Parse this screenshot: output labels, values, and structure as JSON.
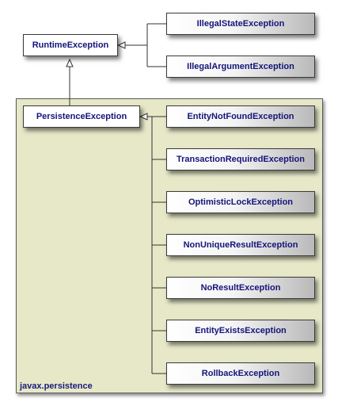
{
  "package": {
    "name": "javax.persistence"
  },
  "classes": {
    "runtime": "RuntimeException",
    "illegal_state": "IllegalStateException",
    "illegal_argument": "IllegalArgumentException",
    "persistence": "PersistenceException",
    "entity_not_found": "EntityNotFoundException",
    "transaction_required": "TransactionRequiredException",
    "optimistic_lock": "OptimisticLockException",
    "non_unique_result": "NonUniqueResultException",
    "no_result": "NoResultException",
    "entity_exists": "EntityExistsException",
    "rollback": "RollbackException"
  },
  "relations": [
    {
      "type": "inheritance",
      "child": "IllegalStateException",
      "parent": "RuntimeException"
    },
    {
      "type": "inheritance",
      "child": "IllegalArgumentException",
      "parent": "RuntimeException"
    },
    {
      "type": "inheritance",
      "child": "PersistenceException",
      "parent": "RuntimeException"
    },
    {
      "type": "inheritance",
      "child": "EntityNotFoundException",
      "parent": "PersistenceException"
    },
    {
      "type": "inheritance",
      "child": "TransactionRequiredException",
      "parent": "PersistenceException"
    },
    {
      "type": "inheritance",
      "child": "OptimisticLockException",
      "parent": "PersistenceException"
    },
    {
      "type": "inheritance",
      "child": "NonUniqueResultException",
      "parent": "PersistenceException"
    },
    {
      "type": "inheritance",
      "child": "NoResultException",
      "parent": "PersistenceException"
    },
    {
      "type": "inheritance",
      "child": "EntityExistsException",
      "parent": "PersistenceException"
    },
    {
      "type": "inheritance",
      "child": "RollbackException",
      "parent": "PersistenceException"
    }
  ]
}
